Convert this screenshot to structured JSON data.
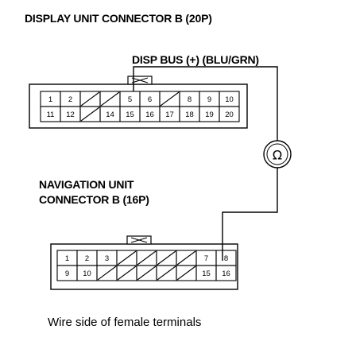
{
  "title": "DISPLAY UNIT CONNECTOR B (20P)",
  "wire_label": "DISP BUS (+) (BLU/GRN)",
  "meter_symbol": "Ω",
  "nav_title_line1": "NAVIGATION UNIT",
  "nav_title_line2": "CONNECTOR B (16P)",
  "caption": "Wire side of female terminals",
  "connector_20p": {
    "row1": [
      "1",
      "2",
      "",
      "",
      "5",
      "6",
      "",
      "8",
      "9",
      "10"
    ],
    "row2": [
      "11",
      "12",
      "",
      "14",
      "15",
      "16",
      "17",
      "18",
      "19",
      "20"
    ]
  },
  "connector_16p": {
    "row1": [
      "1",
      "2",
      "3",
      "",
      "",
      "",
      "",
      "7",
      "8"
    ],
    "row2": [
      "9",
      "10",
      "",
      "",
      "",
      "",
      "",
      "15",
      "16"
    ]
  }
}
